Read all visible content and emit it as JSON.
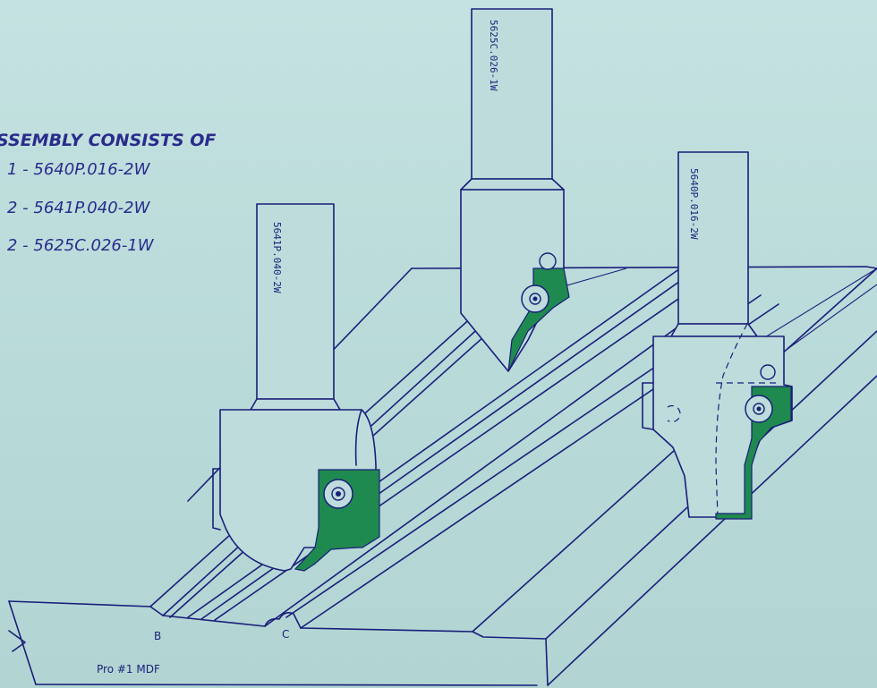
{
  "assembly": {
    "heading": "SSEMBLY CONSISTS OF",
    "items": [
      "1 - 5640P.016-2W",
      "2 - 5641P.040-2W",
      "2 - 5625C.026-1W"
    ]
  },
  "bits": {
    "left_label": "5641P.040-2W",
    "center_label": "5625C.026-1W",
    "right_label": "5640P.016-2W"
  },
  "markers": {
    "b": "B",
    "c": "C"
  },
  "product_label": "Pro #1 MDF",
  "colors": {
    "background": "#bcdcdc",
    "line": "#1a1e7a",
    "insert": "#1f8a4f",
    "text": "#2a2c8c"
  }
}
